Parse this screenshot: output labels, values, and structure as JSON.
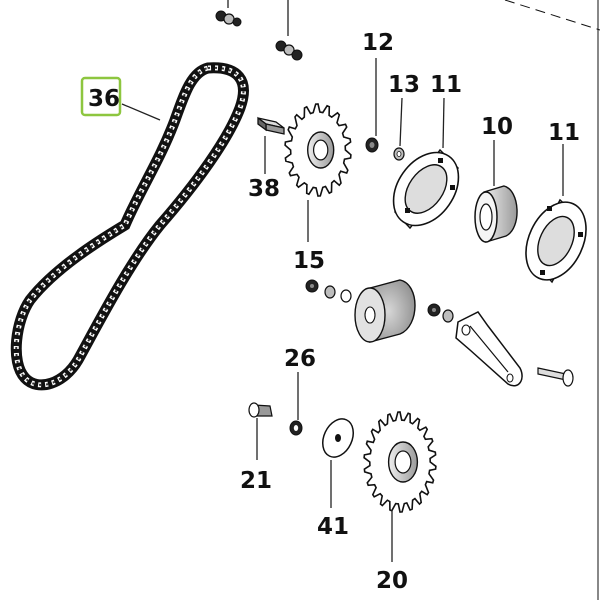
{
  "diagram": {
    "highlight_color": "#8dc63f",
    "labels": {
      "p36": "36",
      "p38": "38",
      "p15": "15",
      "p12": "12",
      "p13": "13",
      "p11a": "11",
      "p10": "10",
      "p11b": "11",
      "p26": "26",
      "p21": "21",
      "p41": "41",
      "p20": "20"
    }
  }
}
